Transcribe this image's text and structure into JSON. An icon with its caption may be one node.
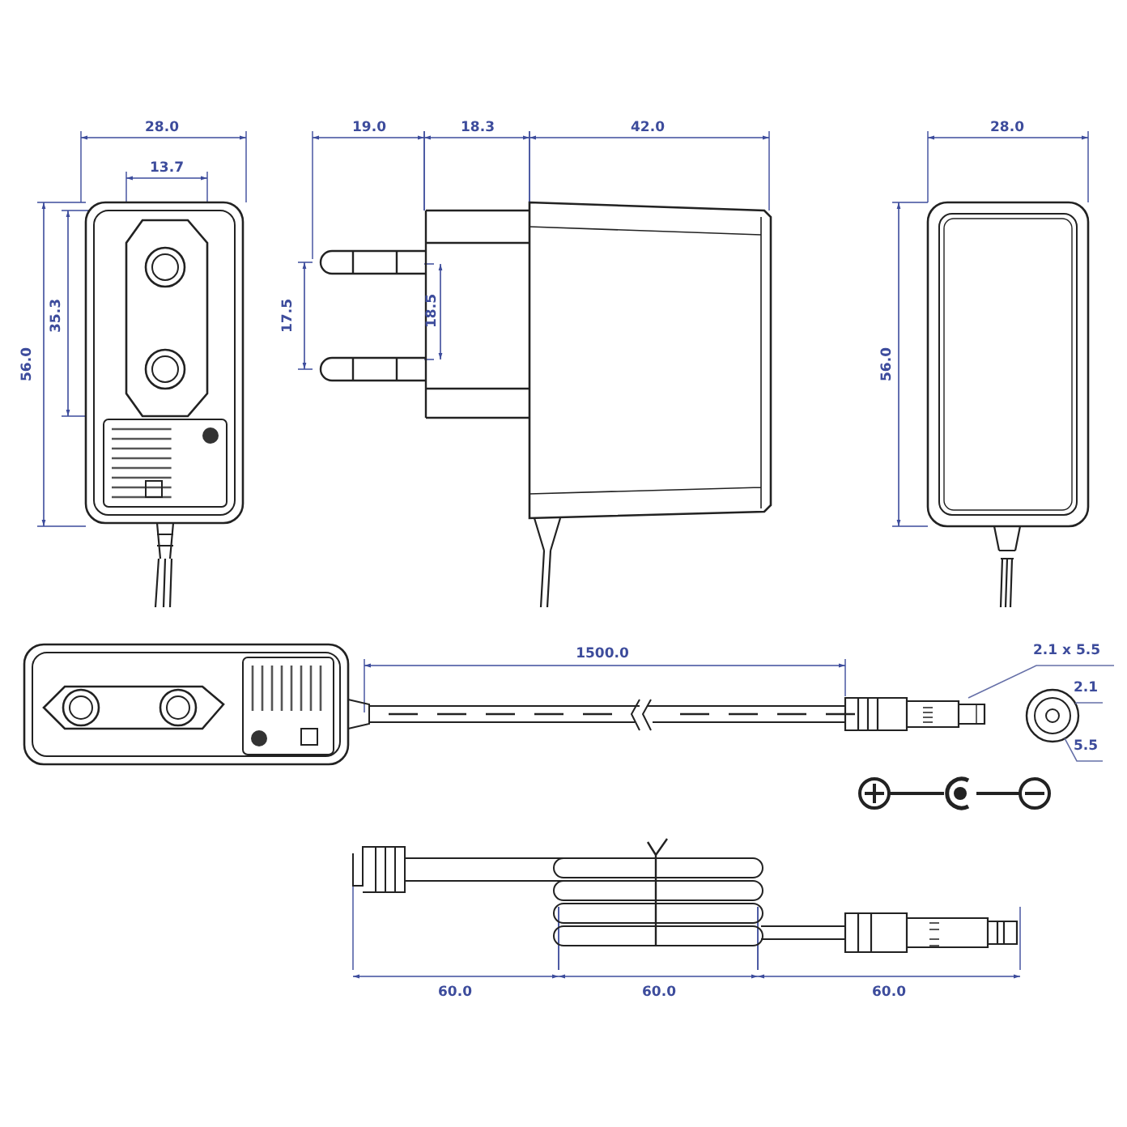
{
  "diagram": {
    "nodes": [
      {
        "text": [
          "2.1 x 5.5"
        ]
      },
      {
        "text": [
          "2.1"
        ]
      },
      {
        "text": [
          "5.5"
        ]
      },
      {
        "text": [],
        "shape": "picture"
      },
      {
        "text": [],
        "shape": "circle"
      }
    ],
    "edges": [
      {
        "from": 0,
        "to": 3,
        "arrow": "none"
      },
      {
        "from": 1,
        "to": 4,
        "arrow": "none"
      },
      {
        "from": 2,
        "to": 4,
        "arrow": "none"
      }
    ],
    "labels": [
      "28.0",
      "13.7",
      "56.0",
      "35.3",
      "19.0",
      "18.3",
      "42.0",
      "17.5",
      "18.5",
      "28.0",
      "56.0",
      "1500.0",
      "60.0",
      "60.0",
      "60.0"
    ]
  }
}
